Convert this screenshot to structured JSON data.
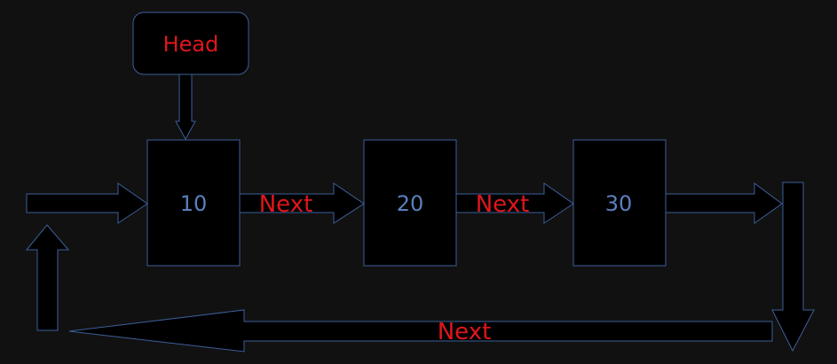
{
  "head": {
    "label": "Head"
  },
  "nodes": [
    {
      "value": "10"
    },
    {
      "value": "20"
    },
    {
      "value": "30"
    }
  ],
  "links": [
    {
      "label": "Next"
    },
    {
      "label": "Next"
    },
    {
      "label": "Next"
    }
  ],
  "colors": {
    "background": "#111111",
    "shape_fill": "#000000",
    "stroke": "#3d5f9a",
    "node_text": "#5b7fbd",
    "label_text": "#e0161b"
  }
}
